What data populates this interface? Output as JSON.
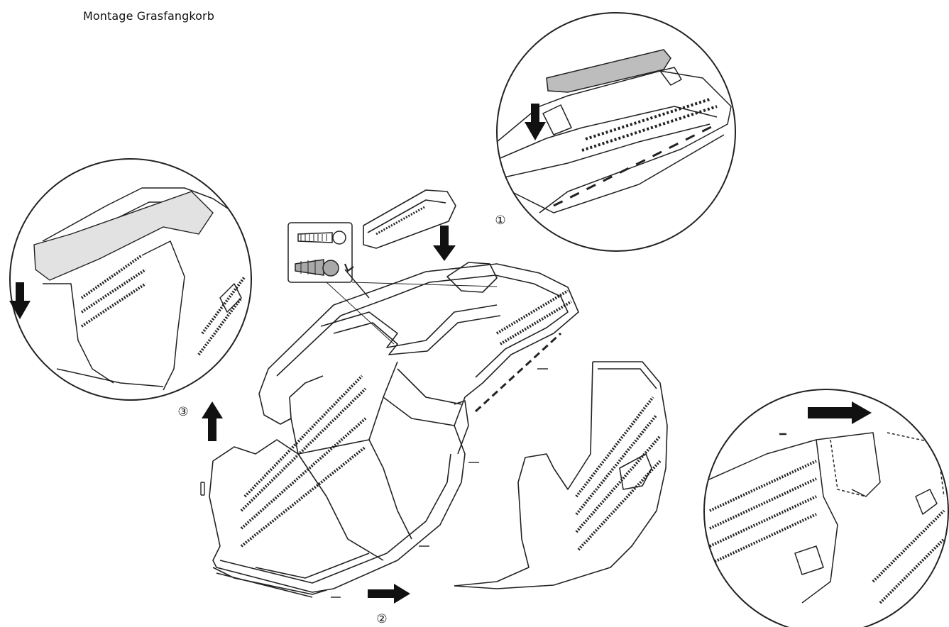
{
  "title": "Montage Grasfangkorb",
  "steps": [
    {
      "label": "①"
    },
    {
      "label": "②"
    },
    {
      "label": "③"
    }
  ],
  "colors": {
    "line": "#222222",
    "arrow": "#111111",
    "handle_fill": "#bdbdbd",
    "paper": "#ffffff"
  }
}
